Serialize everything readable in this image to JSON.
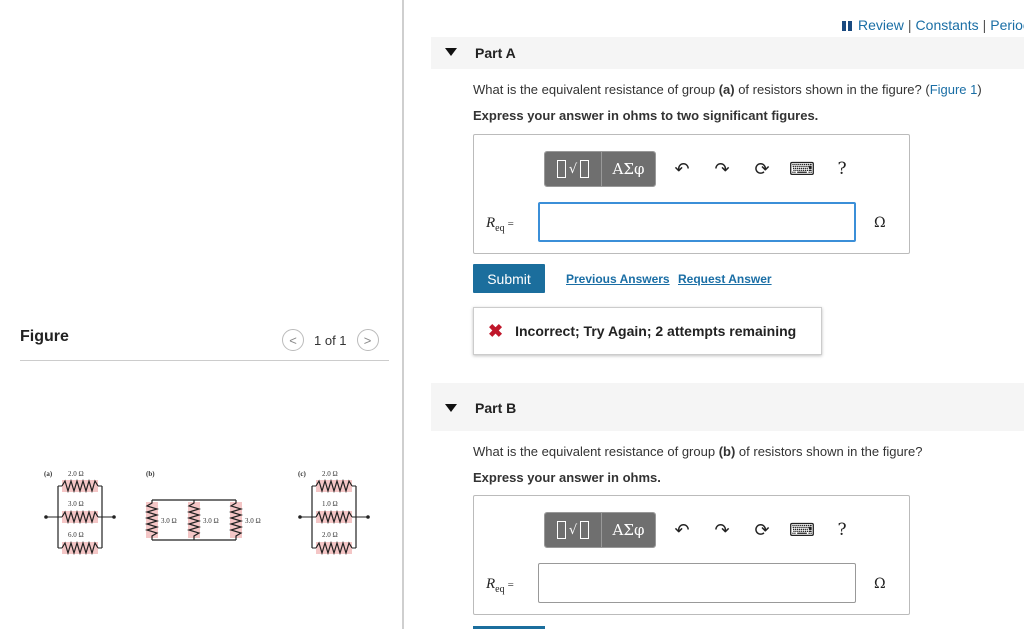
{
  "header": {
    "review": "Review",
    "constants": "Constants",
    "periodic": "Perioc",
    "separator": "|"
  },
  "figure_panel": {
    "title": "Figure",
    "pager": "1 of 1",
    "prev_glyph": "<",
    "next_glyph": ">",
    "circuit_labels": {
      "a": "(a)",
      "b": "(b)",
      "c": "(c)",
      "a_r1": "2.0 Ω",
      "a_r2": "3.0 Ω",
      "a_r3": "6.0 Ω",
      "b_r1": "3.0 Ω",
      "b_r2": "3.0 Ω",
      "b_r3": "3.0 Ω",
      "c_r1": "2.0 Ω",
      "c_r2": "1.0 Ω",
      "c_r3": "2.0 Ω"
    }
  },
  "part_a": {
    "label": "Part A",
    "question_pre": "What is the equivalent resistance of group ",
    "question_group": "(a)",
    "question_post": " of resistors shown in the figure? (",
    "figure_link": "Figure 1",
    "question_close": ")",
    "instruction": "Express your answer in ohms to two significant figures.",
    "var_main": "R",
    "var_sub": "eq",
    "equals": "=",
    "answer_value": "",
    "unit": "Ω",
    "submit_label": "Submit",
    "previous_answers": "Previous Answers",
    "request_answer": "Request Answer",
    "feedback_icon": "✖",
    "feedback": "Incorrect; Try Again; 2 attempts remaining"
  },
  "part_b": {
    "label": "Part B",
    "question_pre": "What is the equivalent resistance of group ",
    "question_group": "(b)",
    "question_post": " of resistors shown in the figure?",
    "instruction": "Express your answer in ohms.",
    "var_main": "R",
    "var_sub": "eq",
    "equals": "=",
    "answer_value": "",
    "unit": "Ω"
  },
  "toolbar": {
    "template_radical": "√",
    "greek": "ΑΣφ",
    "undo_icon": "undo-icon",
    "redo_icon": "redo-icon",
    "reset_icon": "reset-icon",
    "keyboard_icon": "keyboard-icon",
    "help": "?"
  },
  "colors": {
    "link": "#1a6ea5",
    "submit": "#1b6e9d",
    "error": "#c0172b",
    "resistor_fill": "#f4c6c6"
  }
}
